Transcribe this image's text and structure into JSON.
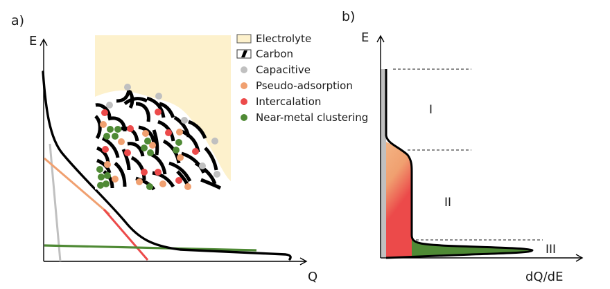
{
  "panels": {
    "a": {
      "label": "a)",
      "y_axis_label": "E",
      "x_axis_label": "Q",
      "curves": [
        {
          "name": "total",
          "color": "#000000"
        },
        {
          "name": "capacitive",
          "color": "#c0c0c0"
        },
        {
          "name": "pseudo-adsorption",
          "color": "#f0a070"
        },
        {
          "name": "intercalation",
          "color": "#ec4a4a"
        },
        {
          "name": "near-metal-clustering",
          "color": "#4f8a35"
        }
      ]
    },
    "b": {
      "label": "b)",
      "y_axis_label": "E",
      "x_axis_label": "dQ/dE",
      "regions": [
        "I",
        "II",
        "III"
      ]
    }
  },
  "legend": {
    "items": [
      {
        "label": "Electrolyte",
        "type": "box",
        "color": "#fdf1cc"
      },
      {
        "label": "Carbon",
        "type": "carbon-box",
        "color": "#000000"
      },
      {
        "label": "Capacitive",
        "type": "dot",
        "color": "#c0c0c0"
      },
      {
        "label": "Pseudo-adsorption",
        "type": "dot",
        "color": "#f0a070"
      },
      {
        "label": "Intercalation",
        "type": "dot",
        "color": "#ec4a4a"
      },
      {
        "label": "Near-metal clustering",
        "type": "dot",
        "color": "#4f8a35"
      }
    ]
  },
  "colors": {
    "electrolyte": "#fdf1cc",
    "capacitive": "#c0c0c0",
    "pseudo": "#f0a070",
    "intercalation": "#ec4a4a",
    "clustering": "#4f8a35",
    "carbon": "#000000"
  }
}
